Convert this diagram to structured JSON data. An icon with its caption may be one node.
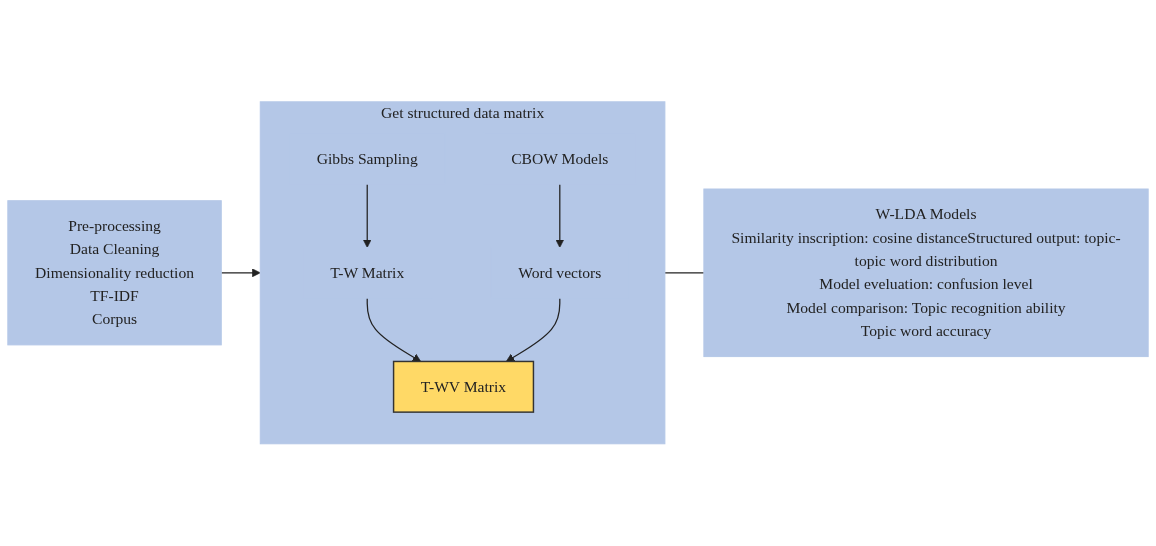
{
  "diagram": {
    "nodes": [
      {
        "text": [
          "Pre-processing",
          "Data Cleaning",
          "Dimensionality reduction",
          "TF-IDF",
          "Corpus"
        ]
      },
      {
        "text": [
          "Get structured data matrix"
        ]
      },
      {
        "text": [
          "Gibbs Sampling"
        ],
        "in": 1
      },
      {
        "text": [
          "CBOW Models"
        ],
        "in": 1
      },
      {
        "text": [
          "T-W Matrix"
        ],
        "in": 1
      },
      {
        "text": [
          "Word vectors"
        ],
        "in": 1
      },
      {
        "text": [
          "T-WV Matrix"
        ],
        "in": 1
      },
      {
        "text": [
          "W-LDA Models",
          "Similarity inscription: cosine distanceStructured output: topic-topic word distribution",
          "Model eveluation: confusion level",
          "Model comparison: Topic recognition ability",
          "Topic word accuracy"
        ]
      }
    ],
    "edges": [
      {
        "from": 0,
        "to": 1,
        "arrow": "to"
      },
      {
        "from": 2,
        "to": 4,
        "arrow": "to"
      },
      {
        "from": 3,
        "to": 5,
        "arrow": "to"
      },
      {
        "from": 4,
        "to": 6,
        "arrow": "to"
      },
      {
        "from": 5,
        "to": 6,
        "arrow": "to"
      },
      {
        "from": 1,
        "to": 7,
        "arrow": "none"
      }
    ]
  }
}
